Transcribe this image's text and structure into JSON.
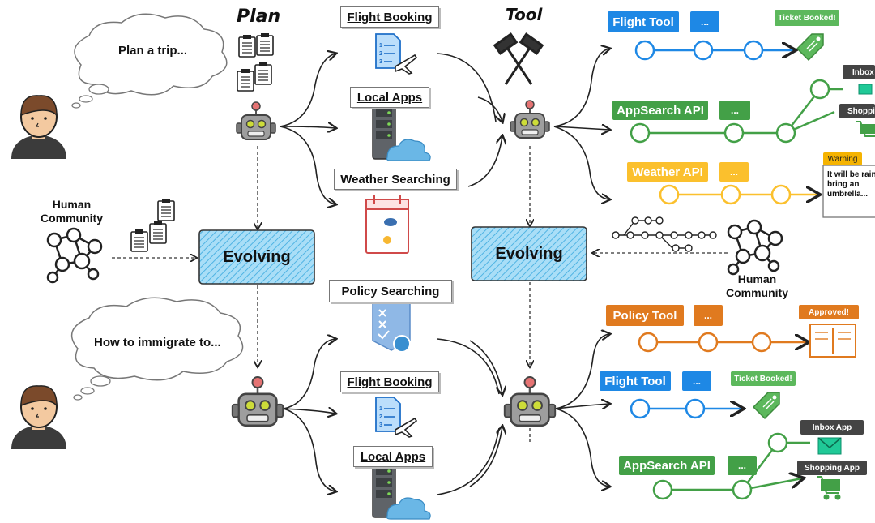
{
  "thoughts": {
    "top": "Plan a trip...",
    "bottom": "How to immigrate to..."
  },
  "headings": {
    "plan": "Plan",
    "tool": "Tool"
  },
  "community": {
    "left": "Human\nCommunity",
    "right": "Human\nCommunity"
  },
  "evolving": {
    "left": "Evolving",
    "right": "Evolving"
  },
  "plan_boxes": {
    "top": [
      "Flight Booking",
      "Local Apps",
      "Weather Searching"
    ],
    "bottom": [
      "Policy Searching",
      "Flight Booking",
      "Local Apps"
    ]
  },
  "tools_top": {
    "flight": {
      "label": "Flight Tool",
      "dots": "...",
      "result": "Ticket Booked!"
    },
    "appsearch": {
      "label": "AppSearch API",
      "dots": "...",
      "inbox": "Inbox",
      "shopping": "Shoppi"
    },
    "weather": {
      "label": "Weather API",
      "dots": "...",
      "warning": "Warning",
      "note": "It will be rain\nbring an\numbrella..."
    }
  },
  "tools_bottom": {
    "policy": {
      "label": "Policy Tool",
      "dots": "...",
      "result": "Approved!"
    },
    "flight": {
      "label": "Flight Tool",
      "dots": "...",
      "result": "Ticket Booked!"
    },
    "appsearch": {
      "label": "AppSearch API",
      "dots": "...",
      "inbox": "Inbox App",
      "shopping": "Shopping App"
    }
  },
  "colors": {
    "blue": "#1e88e5",
    "green": "#43a047",
    "yellow": "#fbc02d",
    "orange": "#e07a1f",
    "evolving_fill": "#8fd3f4"
  }
}
